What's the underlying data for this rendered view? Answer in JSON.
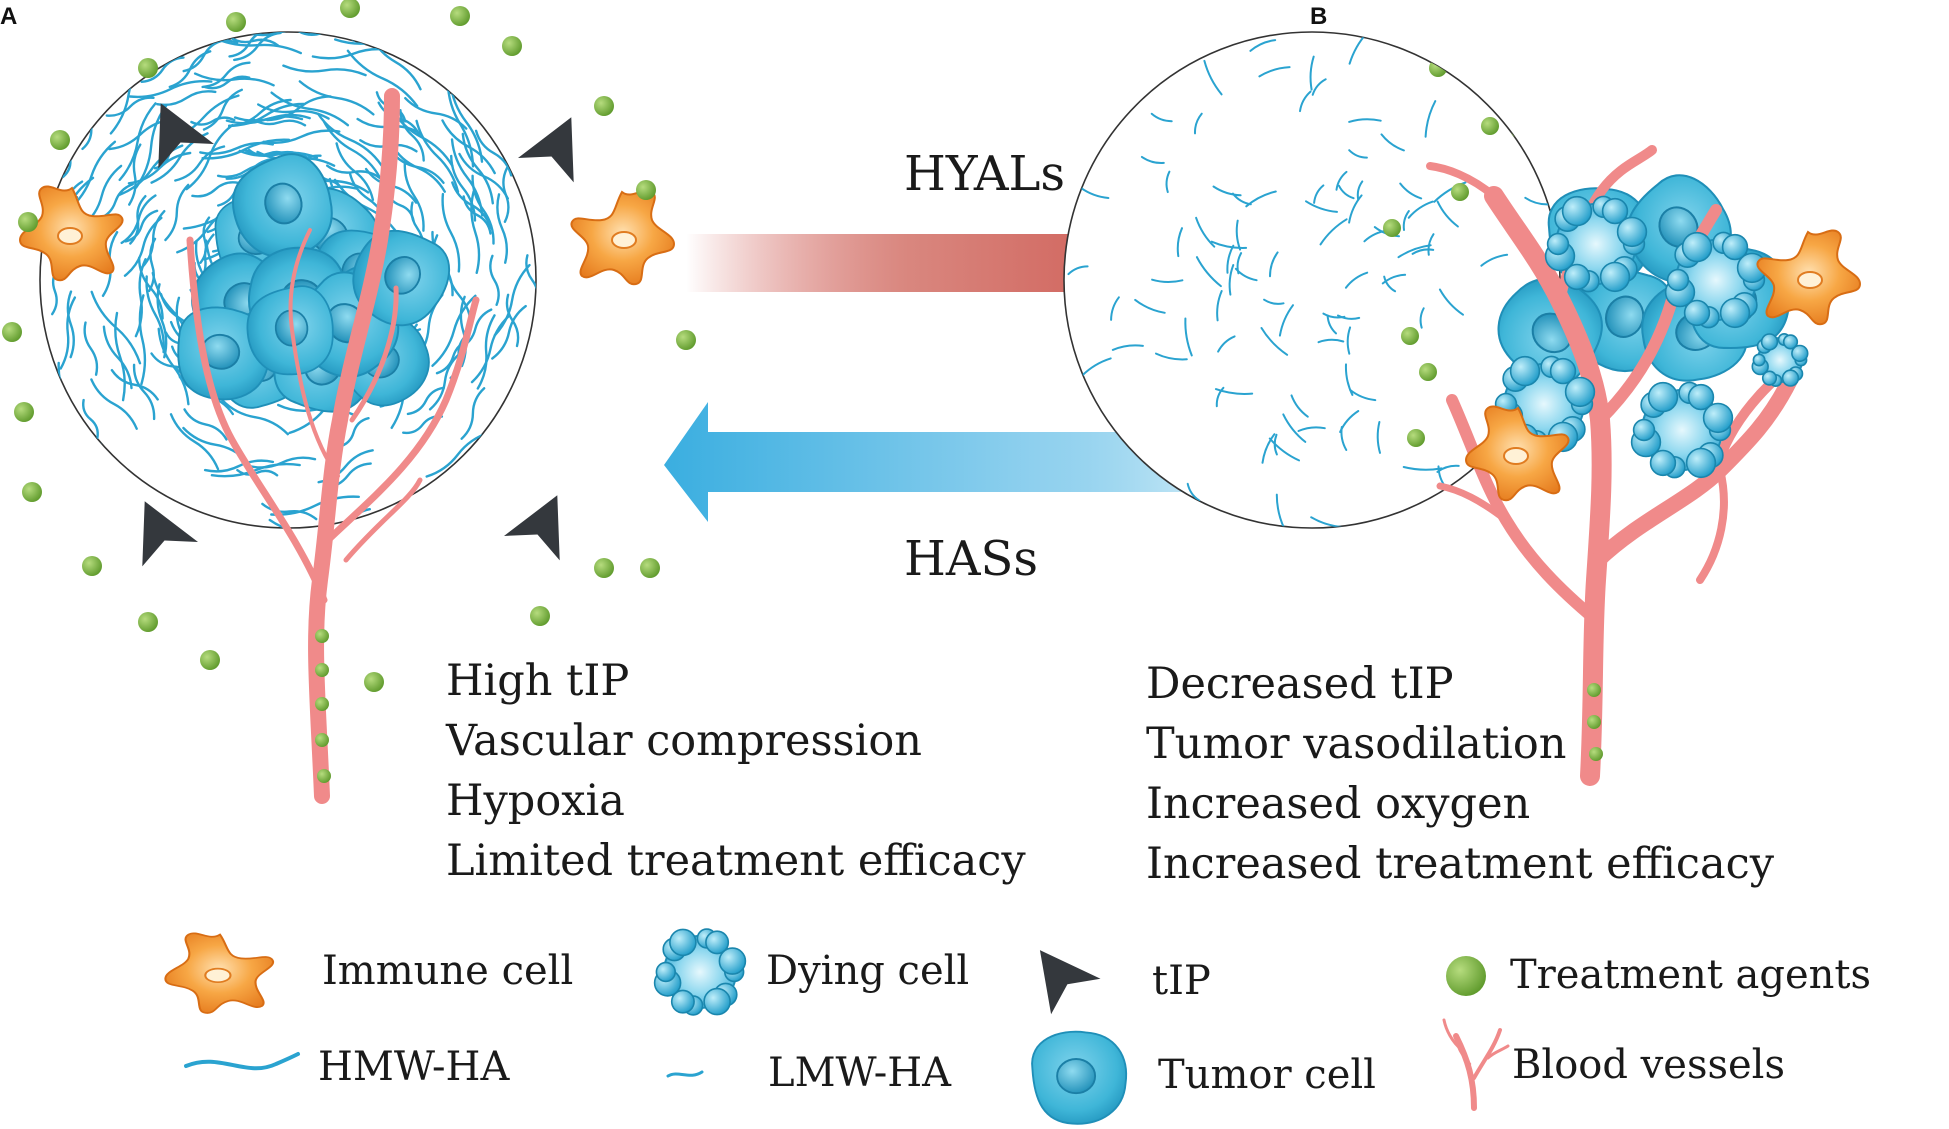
{
  "panels": {
    "a_label": "A",
    "b_label": "B"
  },
  "arrows": {
    "forward_label": "HYALs",
    "reverse_label": "HASs"
  },
  "panel_a": {
    "effects": [
      "High tIP",
      "Vascular compression",
      "Hypoxia",
      "Limited treatment efficacy"
    ]
  },
  "panel_b": {
    "effects": [
      "Decreased tIP",
      "Tumor vasodilation",
      "Increased oxygen",
      "Increased treatment efficacy"
    ]
  },
  "legend": {
    "immune_cell": "Immune cell",
    "dying_cell": "Dying cell",
    "tip": "tIP",
    "treatment_agents": "Treatment agents",
    "hmw_ha": "HMW-HA",
    "lmw_ha": "LMW-HA",
    "tumor_cell": "Tumor cell",
    "blood_vessels": "Blood vessels"
  },
  "colors": {
    "ha_fiber": "#2aa3d0",
    "tumor_fill": "#3fb6d8",
    "tumor_dark": "#1f8fb8",
    "vessel": "#f08a8a",
    "immune": "#f08a2a",
    "agent": "#7cb342",
    "tip": "#34383d",
    "arrow_red": "#c9443d",
    "arrow_blue": "#3aaee0"
  }
}
